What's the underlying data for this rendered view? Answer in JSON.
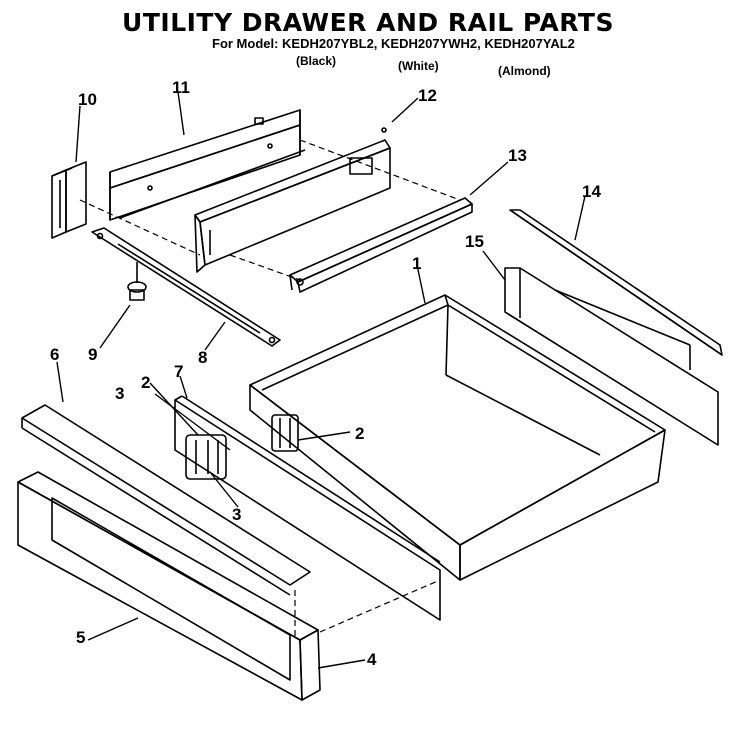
{
  "title": "UTILITY DRAWER AND RAIL PARTS",
  "subtitle": "For Model: KEDH207YBL2, KEDH207YWH2, KEDH207YAL2",
  "finishes": {
    "black": "(Black)",
    "white": "(White)",
    "almond": "(Almond)"
  },
  "callouts": {
    "c1": "1",
    "c2a": "2",
    "c2b": "2",
    "c3a": "3",
    "c3b": "3",
    "c4": "4",
    "c5": "5",
    "c6": "6",
    "c7": "7",
    "c8": "8",
    "c9": "9",
    "c10": "10",
    "c11": "11",
    "c12": "12",
    "c13": "13",
    "c14": "14",
    "c15": "15"
  }
}
